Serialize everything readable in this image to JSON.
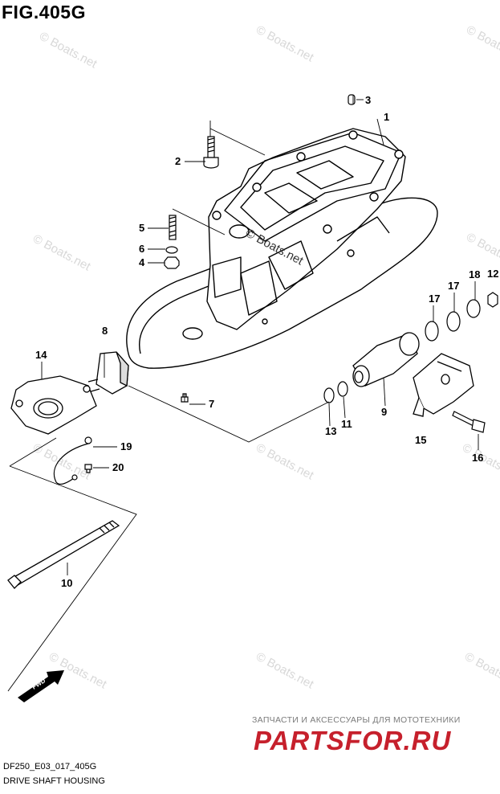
{
  "figure": {
    "title": "FIG.405G",
    "code": "DF250_E03_017_405G",
    "name": "DRIVE SHAFT HOUSING"
  },
  "watermark": "© Boats.net",
  "fwd_label": "FWD",
  "promo": {
    "tagline": "ЗАПЧАСТИ И АКСЕССУАРЫ ДЛЯ МОТОТЕХНИКИ",
    "logo_text": "PARTSFOR.RU",
    "color": "#c6202c"
  },
  "callouts": [
    "1",
    "2",
    "3",
    "4",
    "5",
    "6",
    "7",
    "8",
    "9",
    "10",
    "11",
    "12",
    "13",
    "14",
    "15",
    "16",
    "17",
    "17",
    "18",
    "19",
    "20"
  ]
}
